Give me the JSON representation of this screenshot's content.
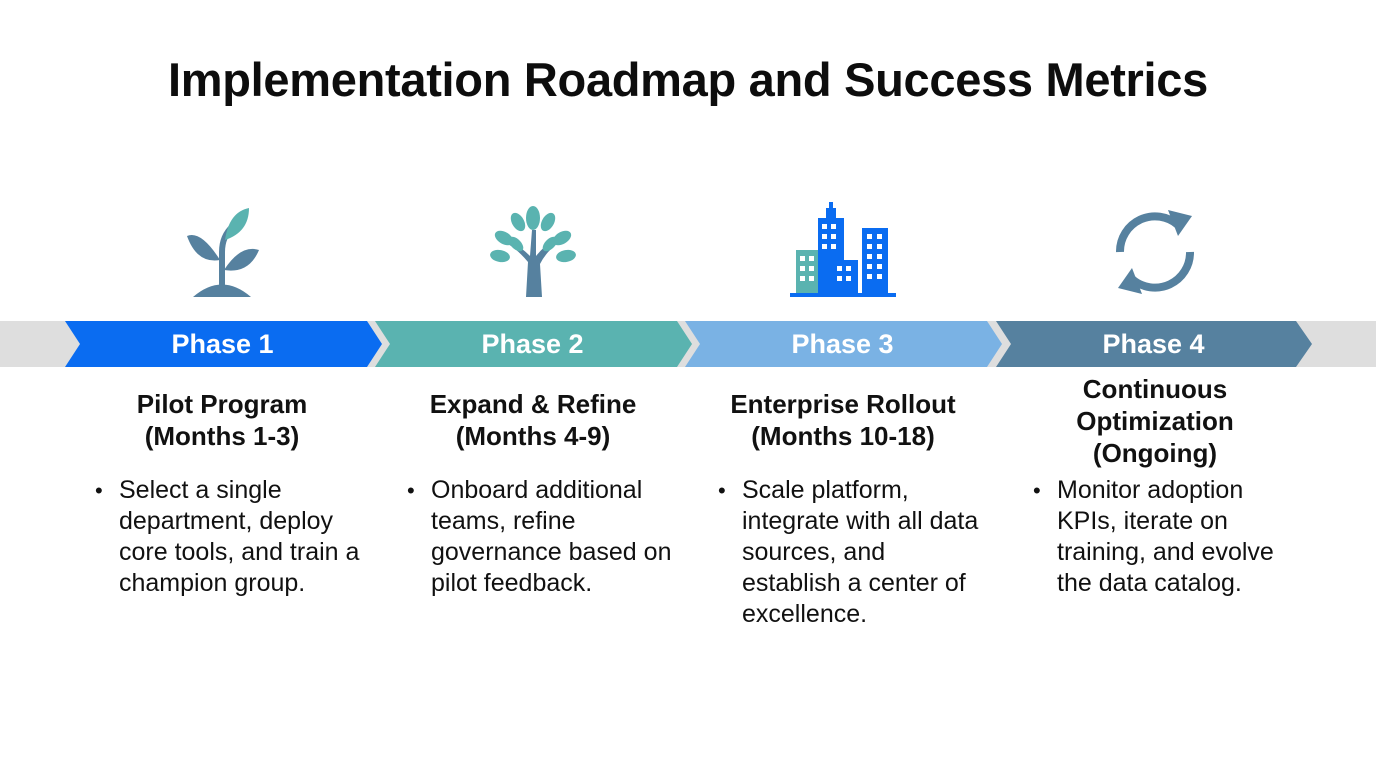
{
  "title": "Implementation Roadmap and Success Metrics",
  "colors": {
    "phase1": "#0a6cf1",
    "phase2": "#5ab3b0",
    "phase3": "#7ab2e4",
    "phase4": "#56819f",
    "track": "#dedede"
  },
  "phases": [
    {
      "label": "Phase 1",
      "icon": "sprout-icon",
      "title_lines": [
        "Pilot Program",
        "(Months 1-3)"
      ],
      "bullet": "Select a single department, deploy core tools, and train a champion group."
    },
    {
      "label": "Phase 2",
      "icon": "tree-icon",
      "title_lines": [
        "Expand & Refine",
        "(Months 4-9)"
      ],
      "bullet": "Onboard additional teams, refine governance based on pilot feedback."
    },
    {
      "label": "Phase 3",
      "icon": "city-buildings-icon",
      "title_lines": [
        "Enterprise Rollout",
        "(Months 10-18)"
      ],
      "bullet": "Scale platform, integrate with all data sources, and establish a center of excellence."
    },
    {
      "label": "Phase 4",
      "icon": "refresh-cycle-icon",
      "title_lines": [
        "Continuous",
        "Optimization",
        "(Ongoing)"
      ],
      "bullet": "Monitor adoption KPIs, iterate on training, and evolve the data catalog."
    }
  ]
}
